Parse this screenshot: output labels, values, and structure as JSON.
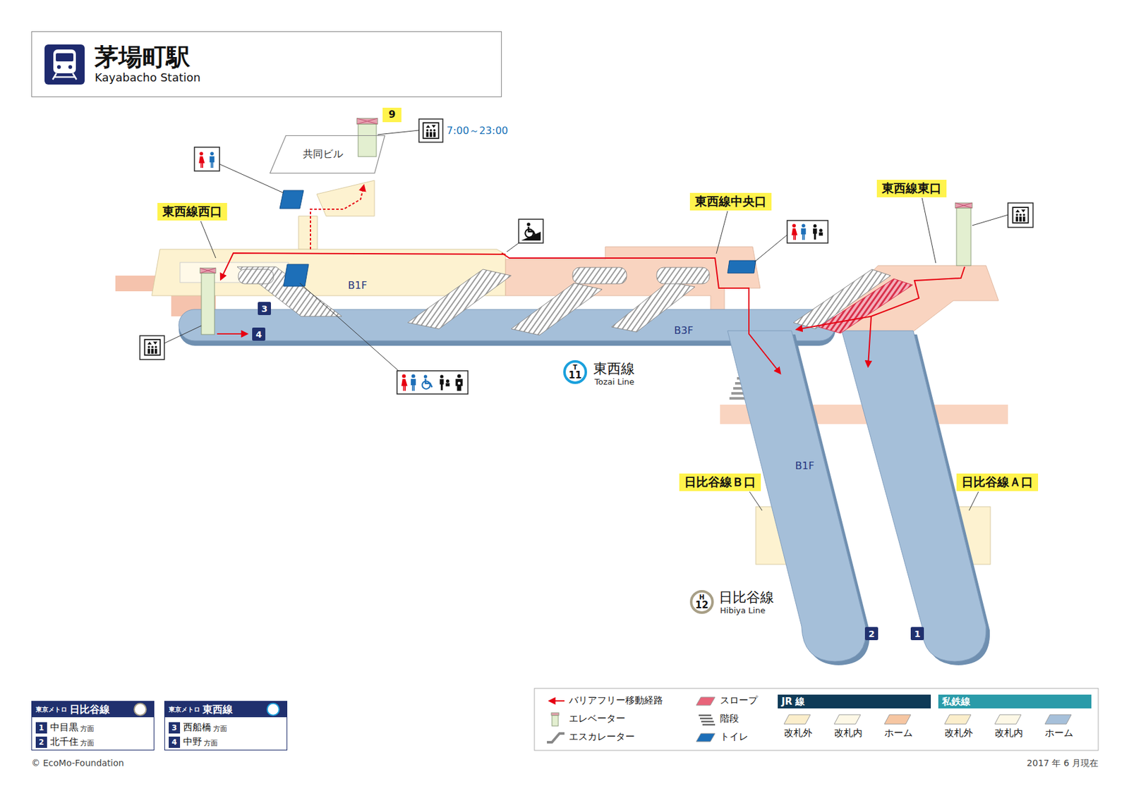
{
  "diagram": {
    "nodes": [
      {
        "text": [
          "茅場町駅",
          "Kayabacho Station"
        ]
      },
      {
        "text": [
          "9"
        ]
      },
      {
        "text": [
          "共同ビル"
        ]
      },
      {
        "text": [
          "東西線西口"
        ]
      },
      {
        "text": [
          "東西線中央口"
        ]
      },
      {
        "text": [
          "東西線東口"
        ]
      },
      {
        "text": [
          "3"
        ]
      },
      {
        "text": [
          "4"
        ]
      },
      {
        "text": [
          "T",
          "11"
        ]
      },
      {
        "text": [
          "日比谷線Ｂ口"
        ]
      },
      {
        "text": [
          "日比谷線Ａ口"
        ]
      },
      {
        "text": [
          "H",
          "12"
        ]
      },
      {
        "text": [
          "2"
        ]
      },
      {
        "text": [
          "1"
        ]
      },
      {
        "text": [
          "東京メトロ",
          "日比谷線"
        ]
      },
      {
        "text": [
          "H"
        ],
        "in": 14
      },
      {
        "text": [
          "1"
        ],
        "in": 14
      },
      {
        "text": [
          "2"
        ],
        "in": 14
      },
      {
        "text": [
          "東京メトロ",
          "東西線"
        ]
      },
      {
        "text": [
          "T"
        ],
        "in": 18
      },
      {
        "text": [
          "3"
        ],
        "in": 18
      },
      {
        "text": [
          "4"
        ],
        "in": 18
      }
    ],
    "labels": [
      "7:00～23:00",
      "B1F",
      "B3F",
      "東西線",
      "Tozai Line",
      "B1F",
      "日比谷線",
      "Hibiya Line",
      "中目黒",
      "方面",
      "北千住",
      "方面",
      "西船橋",
      "方面",
      "中野",
      "方面",
      "© EcoMo-Foundation",
      "2017 年 6 月現在"
    ],
    "legend": [
      {
        "text": "バリアフリー移動経路"
      },
      {
        "text": "エレベーター"
      },
      {
        "text": "エスカレーター"
      },
      {
        "text": "スロープ",
        "color": "#e8647a"
      },
      {
        "text": "階段"
      },
      {
        "text": "トイレ",
        "color": "#1d6fb8"
      },
      {
        "text": "JR 線",
        "color": "#0e3a57"
      },
      {
        "text": "改札外",
        "color": "#fbeecb"
      },
      {
        "text": "改札内",
        "color": "#fdf8e6"
      },
      {
        "text": "ホーム",
        "color": "#f6c6a2"
      },
      {
        "text": "私鉄線",
        "color": "#2a9ba9"
      },
      {
        "text": "改札外",
        "color": "#fbeecb"
      },
      {
        "text": "改札内",
        "color": "#fdf8e6"
      },
      {
        "text": "ホーム",
        "color": "#a6c0da"
      }
    ]
  }
}
